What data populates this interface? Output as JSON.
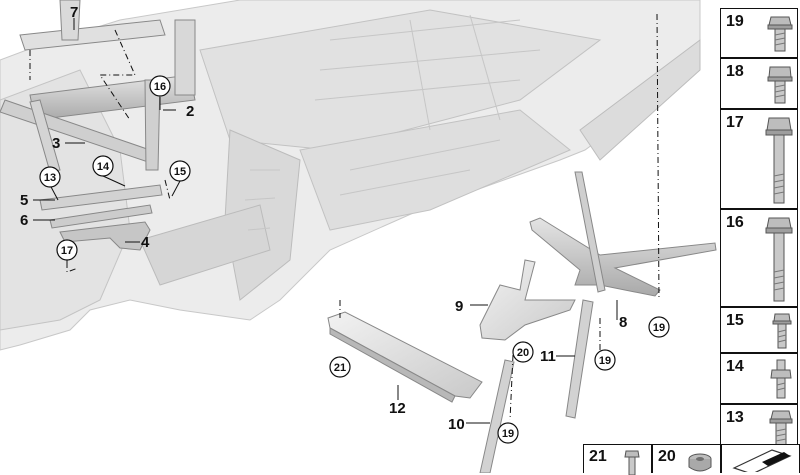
{
  "callouts": {
    "c2": "2",
    "c3": "3",
    "c4": "4",
    "c5": "5",
    "c6": "6",
    "c7": "7",
    "c8": "8",
    "c9": "9",
    "c10": "10",
    "c11": "11",
    "c12": "12",
    "c13": "13",
    "c14": "14",
    "c15": "15",
    "c16": "16",
    "c17": "17",
    "c19a": "19",
    "c19b": "19",
    "c19c": "19",
    "c20": "20",
    "c21": "21"
  },
  "fasteners": {
    "f19": "19",
    "f18": "18",
    "f17": "17",
    "f16": "16",
    "f15": "15",
    "f14": "14",
    "f13": "13",
    "f21": "21",
    "f20": "20"
  }
}
